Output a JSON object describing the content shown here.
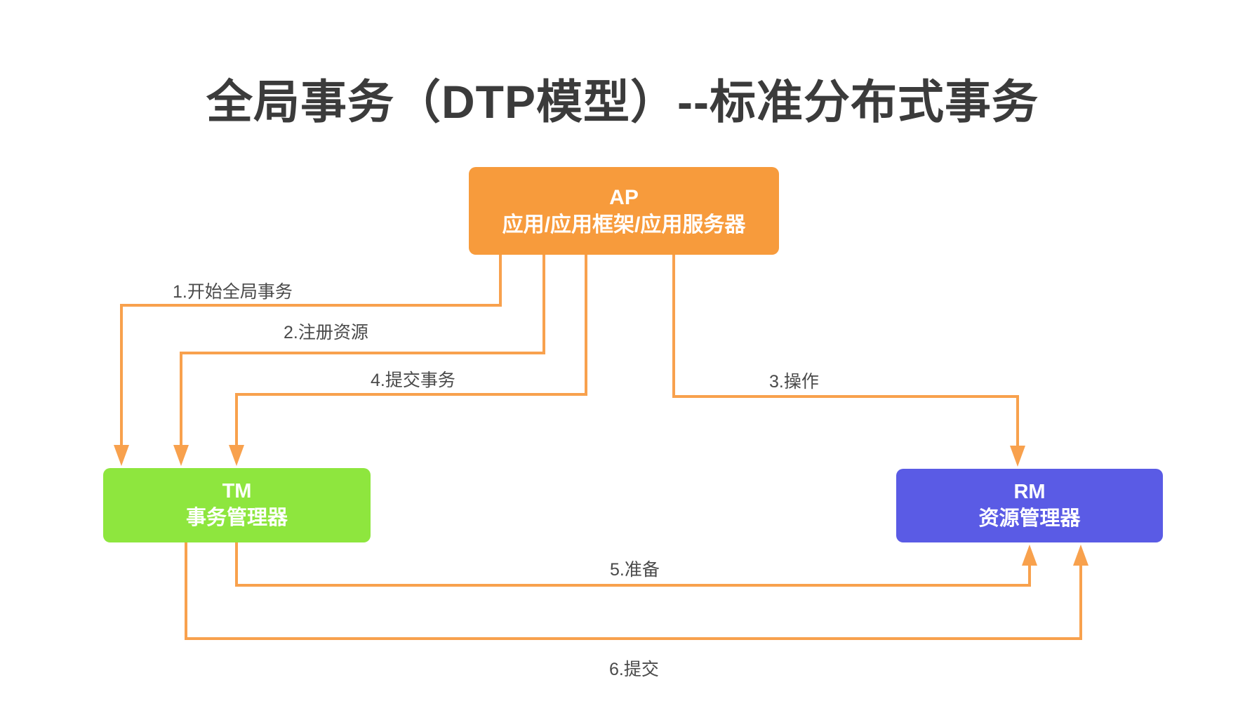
{
  "title": "全局事务（DTP模型）--标准分布式事务",
  "nodes": {
    "ap": {
      "code": "AP",
      "label": "应用/应用框架/应用服务器",
      "color": "#F79B3C"
    },
    "tm": {
      "code": "TM",
      "label": "事务管理器",
      "color": "#8EE63E"
    },
    "rm": {
      "code": "RM",
      "label": "资源管理器",
      "color": "#5A5BE5"
    }
  },
  "arrows": [
    {
      "id": 1,
      "label": "1.开始全局事务",
      "from": "AP",
      "to": "TM"
    },
    {
      "id": 2,
      "label": "2.注册资源",
      "from": "AP",
      "to": "TM"
    },
    {
      "id": 3,
      "label": "3.操作",
      "from": "AP",
      "to": "RM"
    },
    {
      "id": 4,
      "label": "4.提交事务",
      "from": "AP",
      "to": "TM"
    },
    {
      "id": 5,
      "label": "5.准备",
      "from": "TM",
      "to": "RM"
    },
    {
      "id": 6,
      "label": "6.提交",
      "from": "TM",
      "to": "RM"
    }
  ],
  "colors": {
    "connector": "#F8A14D",
    "title_text": "#3B3B3B",
    "label_text": "#4A4A4A",
    "background": "#FFFFFF"
  }
}
